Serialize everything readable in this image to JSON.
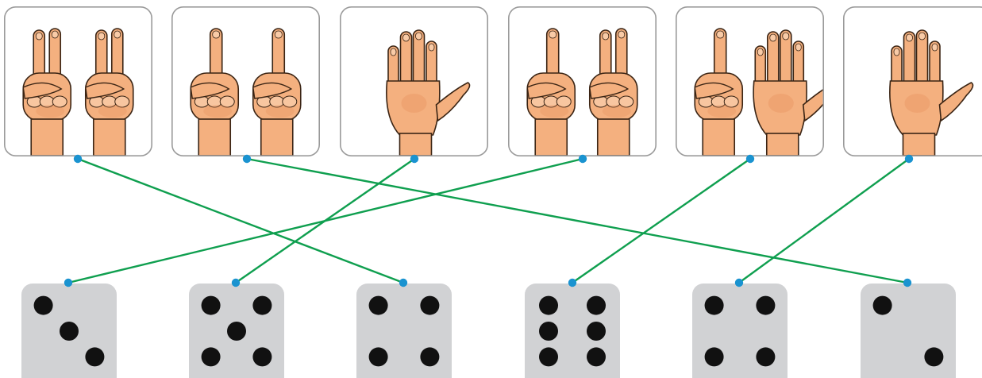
{
  "colors": {
    "line": "#0f9f4f",
    "dot": "#1a93d0",
    "skin": "#f4b07f",
    "skin_dark": "#e48f5c",
    "outline": "#3a2414",
    "pip": "#111111",
    "die": "#d1d2d4"
  },
  "hand_cards": [
    {
      "name": "hand-card-two-plus-two",
      "gestures": [
        "two-fingers",
        "two-fingers"
      ],
      "finger_count": 4
    },
    {
      "name": "hand-card-one-plus-one",
      "gestures": [
        "one-finger",
        "one-finger"
      ],
      "finger_count": 2
    },
    {
      "name": "hand-card-five",
      "gestures": [
        "open-palm"
      ],
      "finger_count": 5
    },
    {
      "name": "hand-card-one-plus-two",
      "gestures": [
        "one-finger",
        "two-fingers"
      ],
      "finger_count": 3
    },
    {
      "name": "hand-card-one-plus-five",
      "gestures": [
        "one-finger",
        "open-palm"
      ],
      "finger_count": 6
    },
    {
      "name": "hand-card-five-single",
      "gestures": [
        "open-palm"
      ],
      "finger_count": 5
    }
  ],
  "dice": [
    {
      "name": "die-three",
      "value": 3
    },
    {
      "name": "die-five",
      "value": 5
    },
    {
      "name": "die-four",
      "value": 4
    },
    {
      "name": "die-six",
      "value": 6
    },
    {
      "name": "die-four-second",
      "value": 4
    },
    {
      "name": "die-two",
      "value": 2
    }
  ],
  "connections": [
    {
      "from_card": 0,
      "to_die": 2
    },
    {
      "from_card": 1,
      "to_die": 5
    },
    {
      "from_card": 2,
      "to_die": 1
    },
    {
      "from_card": 3,
      "to_die": 0
    },
    {
      "from_card": 4,
      "to_die": 3
    },
    {
      "from_card": 5,
      "to_die": 4
    }
  ]
}
